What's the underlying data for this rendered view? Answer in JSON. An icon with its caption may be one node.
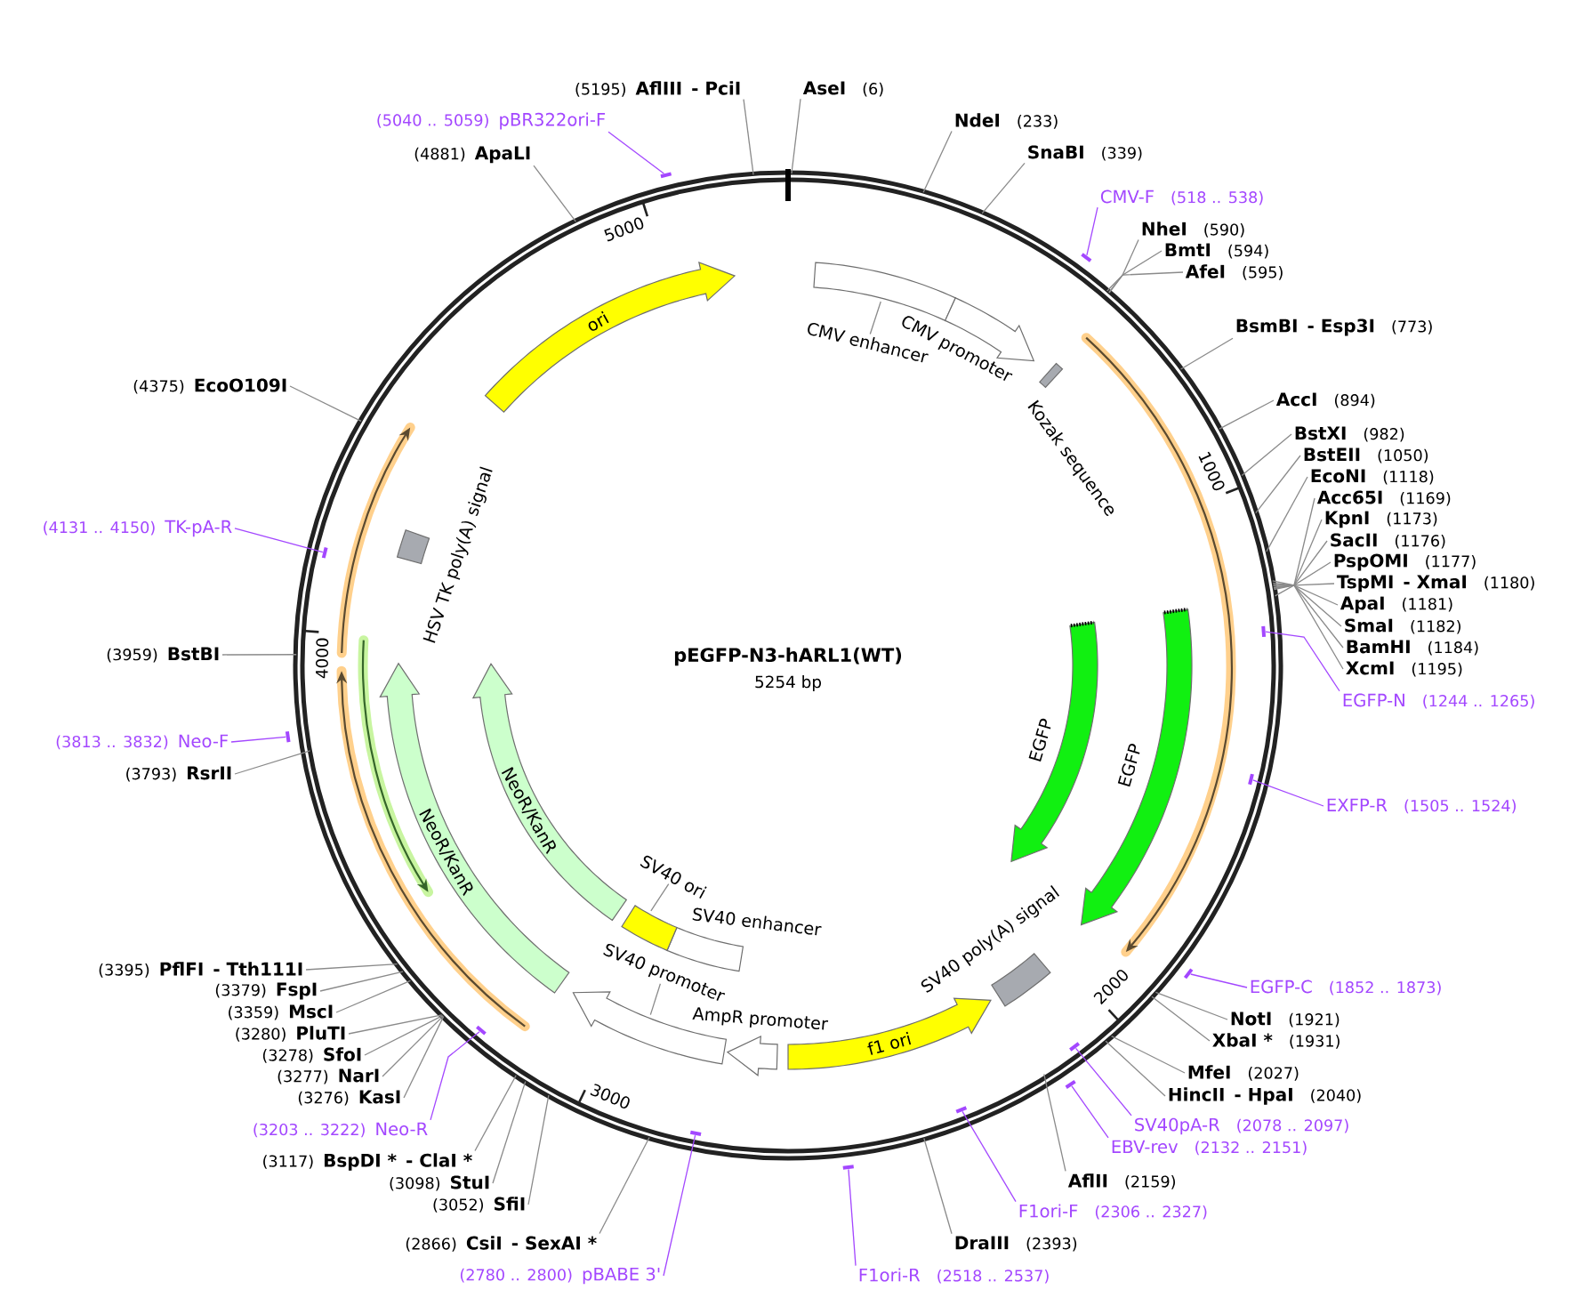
{
  "diagram": {
    "title": "pEGFP-N3-hARL1(WT)",
    "nodes": [
      {
        "text": [
          "AseI",
          "(6)"
        ]
      },
      {
        "text": [
          "NdeI",
          "(233)"
        ]
      },
      {
        "text": [
          "SnaBI",
          "(339)"
        ]
      },
      {
        "text": [
          "CMV-F",
          "(518 .. 538)"
        ]
      },
      {
        "text": [],
        "shape": "bar"
      },
      {
        "text": [
          "NheI",
          "(590)"
        ]
      },
      {
        "text": [
          "BmtI",
          "(594)"
        ]
      },
      {
        "text": [
          "AfeI",
          "(595)"
        ]
      },
      {
        "text": [
          "BsmBI",
          "- Esp3I",
          "(773)"
        ]
      },
      {
        "text": [
          "AccI",
          "(894)"
        ]
      },
      {
        "text": [
          "BstXI",
          "(982)"
        ]
      },
      {
        "text": [
          "BstEII",
          "(1050)"
        ]
      },
      {
        "text": [
          "EcoNI",
          "(1118)"
        ]
      },
      {
        "text": [
          "Acc65I",
          "(1169)"
        ]
      },
      {
        "text": [
          "KpnI",
          "(1173)"
        ]
      },
      {
        "text": [
          "SacII",
          "(1176)"
        ]
      },
      {
        "text": [
          "PspOMI",
          "(1177)"
        ]
      },
      {
        "text": [
          "TspMI",
          "- XmaI",
          "(1180)"
        ]
      },
      {
        "text": [
          "ApaI",
          "(1181)"
        ]
      },
      {
        "text": [
          "SmaI",
          "(1182)"
        ]
      },
      {
        "text": [
          "BamHI",
          "(1184)"
        ]
      },
      {
        "text": [
          "XcmI",
          "(1195)"
        ]
      },
      {
        "text": [
          "EGFP-N",
          "(1244 .. 1265)"
        ]
      },
      {
        "text": [],
        "shape": "bar"
      },
      {
        "text": [
          "EXFP-R",
          "(1505 .. 1524)"
        ]
      },
      {
        "text": [],
        "shape": "bar"
      },
      {
        "text": [
          "EGFP-C",
          "(1852 .. 1873)"
        ]
      },
      {
        "text": [],
        "shape": "bar"
      },
      {
        "text": [
          "NotI",
          "(1921)"
        ]
      },
      {
        "text": [
          "XbaI *",
          "(1931)"
        ]
      },
      {
        "text": [
          "MfeI",
          "(2027)"
        ]
      },
      {
        "text": [
          "HincII",
          "- HpaI",
          "(2040)"
        ]
      },
      {
        "text": [
          "SV40pA-R",
          "(2078 .. 2097)"
        ]
      },
      {
        "text": [],
        "shape": "bar"
      },
      {
        "text": [
          "EBV-rev",
          "(2132 .. 2151)"
        ]
      },
      {
        "text": [],
        "shape": "bar"
      },
      {
        "text": [
          "AflII",
          "(2159)"
        ]
      },
      {
        "text": [
          "F1ori-F",
          "(2306 .. 2327)"
        ]
      },
      {
        "text": [],
        "shape": "bar"
      },
      {
        "text": [
          "DraIII",
          "(2393)"
        ]
      },
      {
        "text": [
          "F1ori-R",
          "(2518 .. 2537)"
        ]
      },
      {
        "text": [],
        "shape": "bar"
      },
      {
        "text": [
          "(2780 .. 2800)",
          "pBABE 3'"
        ]
      },
      {
        "text": [],
        "shape": "bar"
      },
      {
        "text": [
          "(2866)",
          "CsiI",
          "- SexAI *"
        ]
      },
      {
        "text": [
          "(3052)",
          "SfiI"
        ]
      },
      {
        "text": [
          "(3098)",
          "StuI"
        ]
      },
      {
        "text": [
          "(3117)",
          "BspDI *",
          "- ClaI *"
        ]
      },
      {
        "text": [
          "(3203 .. 3222)",
          "Neo-R"
        ]
      },
      {
        "text": [],
        "shape": "bar"
      },
      {
        "text": [
          "(3276)",
          "KasI"
        ]
      },
      {
        "text": [
          "(3277)",
          "NarI"
        ]
      },
      {
        "text": [
          "(3278)",
          "SfoI"
        ]
      },
      {
        "text": [
          "(3280)",
          "PluTI"
        ]
      },
      {
        "text": [
          "(3359)",
          "MscI"
        ]
      },
      {
        "text": [
          "(3379)",
          "FspI"
        ]
      },
      {
        "text": [
          "(3395)",
          "PflFI",
          "- Tth111I"
        ]
      },
      {
        "text": [
          "(3793)",
          "RsrII"
        ]
      },
      {
        "text": [
          "(3813 .. 3832)",
          "Neo-F"
        ]
      },
      {
        "text": [],
        "shape": "bar"
      },
      {
        "text": [
          "(3959)",
          "BstBI"
        ]
      },
      {
        "text": [
          "(4131 .. 4150)",
          "TK-pA-R"
        ]
      },
      {
        "text": [],
        "shape": "bar"
      },
      {
        "text": [
          "(4375)",
          "EcoO109I"
        ]
      },
      {
        "text": [
          "(4881)",
          "ApaLI"
        ]
      },
      {
        "text": [
          "(5040 .. 5059)",
          "pBR322ori-F"
        ]
      },
      {
        "text": [],
        "shape": "bar"
      },
      {
        "text": [
          "(5195)",
          "AflIII",
          "- PciI"
        ]
      },
      {
        "text": [
          "CMV enhancer"
        ]
      },
      {
        "text": [
          "CMV promoter"
        ]
      },
      {
        "text": [
          "Kozak sequence"
        ]
      },
      {
        "text": [
          "EGFP"
        ]
      },
      {
        "text": [
          "EGFP"
        ]
      },
      {
        "text": [
          "SV40 poly(A) signal"
        ]
      },
      {
        "text": [
          "f1 ori"
        ]
      },
      {
        "text": [
          "AmpR promoter"
        ]
      },
      {
        "text": [
          "SV40 promoter"
        ]
      },
      {
        "text": [
          "SV40 enhancer"
        ]
      },
      {
        "text": [
          "SV40 ori"
        ]
      },
      {
        "text": [
          "NeoR/KanR"
        ]
      },
      {
        "text": [
          "NeoR/KanR"
        ]
      },
      {
        "text": [
          "HSV TK poly(A) signal"
        ]
      },
      {
        "text": [
          "ori"
        ]
      }
    ],
    "edges": [
      {
        "from": 0,
        "to": null,
        "arrow": "none"
      },
      {
        "from": 1,
        "to": null,
        "arrow": "none"
      },
      {
        "from": 2,
        "to": null,
        "arrow": "none"
      },
      {
        "from": 3,
        "to": 4,
        "arrow": "none",
        "color": "#a347ff"
      },
      {
        "from": 5,
        "to": null,
        "arrow": "none"
      },
      {
        "from": 6,
        "to": null,
        "arrow": "none"
      },
      {
        "from": 7,
        "to": null,
        "arrow": "none"
      },
      {
        "from": 8,
        "to": null,
        "arrow": "none"
      },
      {
        "from": 9,
        "to": null,
        "arrow": "none"
      },
      {
        "from": 10,
        "to": null,
        "arrow": "none"
      },
      {
        "from": 11,
        "to": null,
        "arrow": "none"
      },
      {
        "from": 12,
        "to": null,
        "arrow": "none"
      },
      {
        "from": 13,
        "to": null,
        "arrow": "none"
      },
      {
        "from": 14,
        "to": null,
        "arrow": "none"
      },
      {
        "from": 15,
        "to": null,
        "arrow": "none"
      },
      {
        "from": 16,
        "to": null,
        "arrow": "none"
      },
      {
        "from": 17,
        "to": null,
        "arrow": "none"
      },
      {
        "from": 18,
        "to": null,
        "arrow": "none"
      },
      {
        "from": 19,
        "to": null,
        "arrow": "none"
      },
      {
        "from": 20,
        "to": null,
        "arrow": "none"
      },
      {
        "from": 21,
        "to": null,
        "arrow": "none"
      },
      {
        "from": 22,
        "to": 23,
        "arrow": "none",
        "color": "#a347ff"
      },
      {
        "from": 24,
        "to": 25,
        "arrow": "none",
        "color": "#a347ff"
      },
      {
        "from": 26,
        "to": 27,
        "arrow": "none",
        "color": "#a347ff"
      },
      {
        "from": 28,
        "to": null,
        "arrow": "none"
      },
      {
        "from": 29,
        "to": null,
        "arrow": "none"
      },
      {
        "from": 30,
        "to": null,
        "arrow": "none"
      },
      {
        "from": 31,
        "to": null,
        "arrow": "none"
      },
      {
        "from": 32,
        "to": 33,
        "arrow": "none",
        "color": "#a347ff"
      },
      {
        "from": 34,
        "to": 35,
        "arrow": "none",
        "color": "#a347ff"
      },
      {
        "from": 36,
        "to": null,
        "arrow": "none"
      },
      {
        "from": 37,
        "to": 38,
        "arrow": "none",
        "color": "#a347ff"
      },
      {
        "from": 39,
        "to": null,
        "arrow": "none"
      },
      {
        "from": 40,
        "to": 41,
        "arrow": "none",
        "color": "#a347ff"
      },
      {
        "from": 42,
        "to": 43,
        "arrow": "none",
        "color": "#a347ff"
      },
      {
        "from": 44,
        "to": null,
        "arrow": "none"
      },
      {
        "from": 45,
        "to": null,
        "arrow": "none"
      },
      {
        "from": 46,
        "to": null,
        "arrow": "none"
      },
      {
        "from": 47,
        "to": null,
        "arrow": "none"
      },
      {
        "from": 48,
        "to": 49,
        "arrow": "none",
        "color": "#a347ff"
      },
      {
        "from": 50,
        "to": null,
        "arrow": "none"
      },
      {
        "from": 51,
        "to": null,
        "arrow": "none"
      },
      {
        "from": 52,
        "to": null,
        "arrow": "none"
      },
      {
        "from": 53,
        "to": null,
        "arrow": "none"
      },
      {
        "from": 54,
        "to": null,
        "arrow": "none"
      },
      {
        "from": 55,
        "to": null,
        "arrow": "none"
      },
      {
        "from": 56,
        "to": null,
        "arrow": "none"
      },
      {
        "from": 57,
        "to": null,
        "arrow": "none"
      },
      {
        "from": 58,
        "to": 59,
        "arrow": "none",
        "color": "#a347ff"
      },
      {
        "from": 60,
        "to": null,
        "arrow": "none"
      },
      {
        "from": 61,
        "to": 62,
        "arrow": "none",
        "color": "#a347ff"
      },
      {
        "from": 63,
        "to": null,
        "arrow": "none"
      },
      {
        "from": 64,
        "to": null,
        "arrow": "none"
      },
      {
        "from": 65,
        "to": 66,
        "arrow": "none",
        "color": "#a347ff"
      },
      {
        "from": 67,
        "to": null,
        "arrow": "none"
      },
      {
        "from": 68,
        "to": null,
        "arrow": "none"
      },
      {
        "from": 76,
        "to": null,
        "arrow": "none"
      },
      {
        "from": 78,
        "to": null,
        "arrow": "none"
      }
    ],
    "labels": [
      "5254 bp",
      "1000",
      "2000",
      "3000",
      "4000",
      "5000"
    ]
  }
}
